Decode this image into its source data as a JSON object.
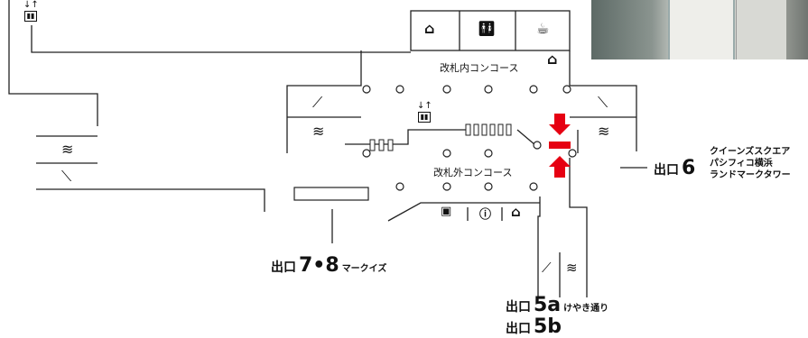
{
  "photo": {
    "icon": "station-photo"
  },
  "concourse": {
    "inside_label": "改札内コンコース",
    "outside_label": "改札外コンコース"
  },
  "exits": {
    "exit_6": {
      "prefix": "出口",
      "number": "6",
      "destinations": [
        "クイーンズスクエア",
        "パシフィコ横浜",
        "ランドマークタワー"
      ]
    },
    "exit_78": {
      "prefix": "出口",
      "number": "7•8",
      "destination": "マークイズ"
    },
    "exit_5a": {
      "prefix": "出口",
      "number": "5a",
      "destination": "けやき通り"
    },
    "exit_5b": {
      "prefix": "出口",
      "number": "5b"
    }
  },
  "icons": {
    "shop": "shop-icon",
    "restroom": "restroom-icon",
    "cafe": "coffee-icon",
    "elevator": "elevator-icon",
    "stairs": "stairs-icon",
    "escalator": "escalator-icon",
    "ticket": "ticket-machine-icon",
    "info": "info-desk-icon"
  },
  "colors": {
    "marker": "#e60012",
    "lines": "#222222"
  }
}
